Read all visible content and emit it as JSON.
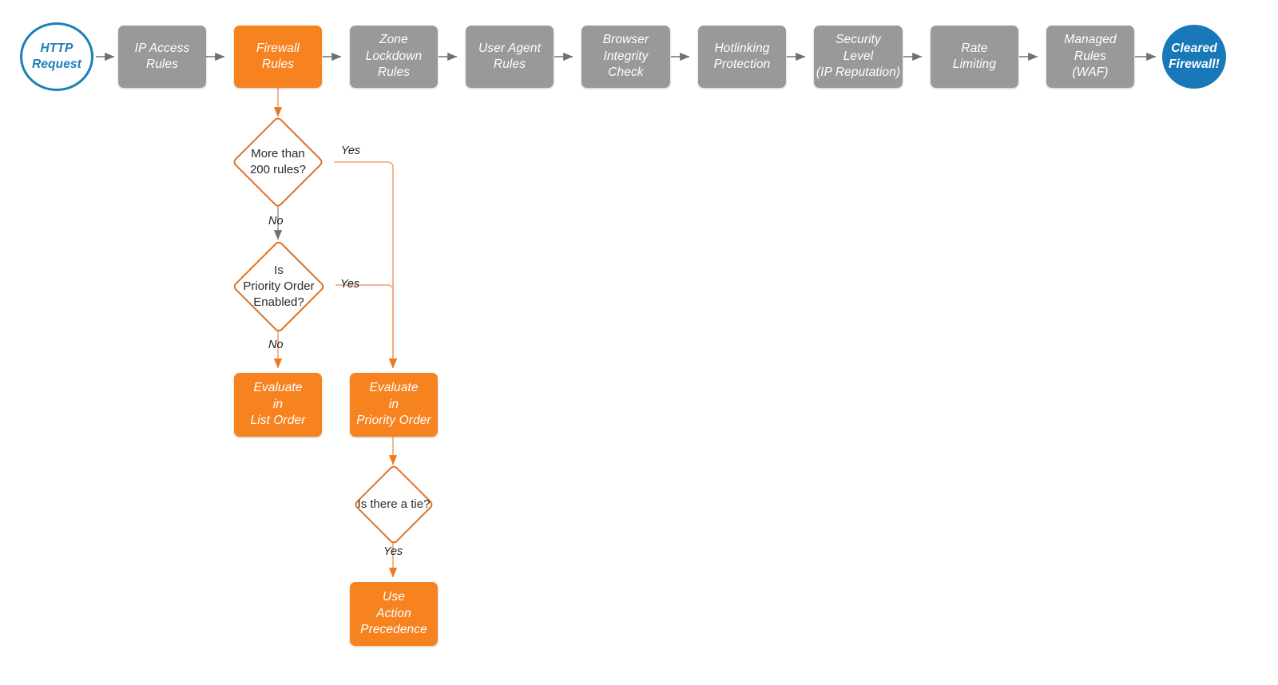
{
  "diagram": {
    "title": "Cloudflare Firewall Rules evaluation order flowchart",
    "colors": {
      "orange": "#F68220",
      "orange_stroke": "#E2711D",
      "orange_wire": "#F2A272",
      "gray": "#999999",
      "gray_wire": "#6E7174",
      "blue": "#1878B8",
      "blue_stroke": "#1B7FB9",
      "text_dark": "#27292b",
      "background": "#ffffff"
    }
  },
  "pipeline": {
    "start": {
      "label": "HTTP Request",
      "lines": [
        "HTTP",
        "Request"
      ],
      "shape": "circle-hollow"
    },
    "end": {
      "label": "Cleared Firewall!",
      "lines": [
        "Cleared",
        "Firewall!"
      ],
      "shape": "circle-filled"
    },
    "stages": [
      {
        "id": "ip-access-rules",
        "lines": [
          "IP Access",
          "Rules"
        ],
        "highlight": false
      },
      {
        "id": "firewall-rules",
        "lines": [
          "Firewall",
          "Rules"
        ],
        "highlight": true
      },
      {
        "id": "zone-lockdown-rules",
        "lines": [
          "Zone",
          "Lockdown",
          "Rules"
        ],
        "highlight": false
      },
      {
        "id": "user-agent-rules",
        "lines": [
          "User Agent",
          "Rules"
        ],
        "highlight": false
      },
      {
        "id": "browser-integrity-check",
        "lines": [
          "Browser",
          "Integrity",
          "Check"
        ],
        "highlight": false
      },
      {
        "id": "hotlinking-protection",
        "lines": [
          "Hotlinking",
          "Protection"
        ],
        "highlight": false
      },
      {
        "id": "security-level",
        "lines": [
          "Security",
          "Level",
          "(IP Reputation)"
        ],
        "highlight": false
      },
      {
        "id": "rate-limiting",
        "lines": [
          "Rate",
          "Limiting"
        ],
        "highlight": false
      },
      {
        "id": "managed-rules-waf",
        "lines": [
          "Managed",
          "Rules",
          "(WAF)"
        ],
        "highlight": false
      }
    ]
  },
  "decisions": {
    "more_than_200_rules": {
      "lines": [
        "More than",
        "200 rules?"
      ],
      "yes": "Yes",
      "no": "No"
    },
    "priority_order_enabled": {
      "lines": [
        "Is",
        "Priority Order",
        "Enabled?"
      ],
      "yes": "Yes",
      "no": "No"
    },
    "is_there_a_tie": {
      "lines": [
        "Is there a tie?"
      ],
      "yes": "Yes"
    }
  },
  "outcomes": {
    "evaluate_list_order": {
      "lines": [
        "Evaluate",
        "in",
        "List Order"
      ]
    },
    "evaluate_priority_order": {
      "lines": [
        "Evaluate",
        "in",
        "Priority Order"
      ]
    },
    "use_action_precedence": {
      "lines": [
        "Use",
        "Action",
        "Precedence"
      ]
    }
  }
}
